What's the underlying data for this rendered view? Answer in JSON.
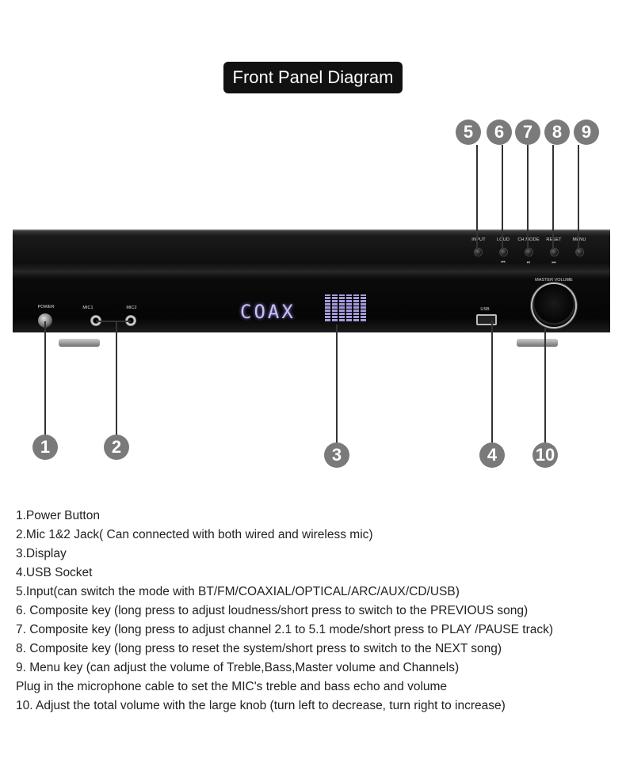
{
  "title": "Front Panel Diagram",
  "panel": {
    "top_buttons": [
      {
        "label": "INPUT",
        "glyph": ""
      },
      {
        "label": "LOUD",
        "glyph": "⏮"
      },
      {
        "label": "CH.MODE",
        "glyph": "⏯"
      },
      {
        "label": "RESET",
        "glyph": "⏭"
      },
      {
        "label": "MENU",
        "glyph": ""
      }
    ],
    "power_label": "POWER",
    "mic1_label": "MIC1",
    "mic2_label": "MIC2",
    "display_text": "COAX",
    "usb_label": "USB",
    "volume_label": "MASTER VOLUME"
  },
  "callouts": [
    "1",
    "2",
    "3",
    "4",
    "10",
    "5",
    "6",
    "7",
    "8",
    "9"
  ],
  "descriptions": [
    "1.Power Button",
    "2.Mic 1&2 Jack( Can connected with both wired and wireless mic)",
    "3.Display",
    "4.USB Socket",
    "5.Input(can switch the mode with BT/FM/COAXIAL/OPTICAL/ARC/AUX/CD/USB)",
    "6. Composite key (long press to adjust loudness/short press to switch to the PREVIOUS song)",
    "7. Composite key (long press to adjust channel 2.1 to 5.1 mode/short press to PLAY /PAUSE track)",
    "8. Composite key (long press to reset the system/short press to switch to the NEXT song)",
    "9. Menu key (can adjust the volume of Treble,Bass,Master volume and Channels)",
    "Plug in the microphone cable to set the MIC's treble and bass echo and volume",
    "10. Adjust the total volume with the large knob (turn left to decrease, turn right to increase)"
  ]
}
